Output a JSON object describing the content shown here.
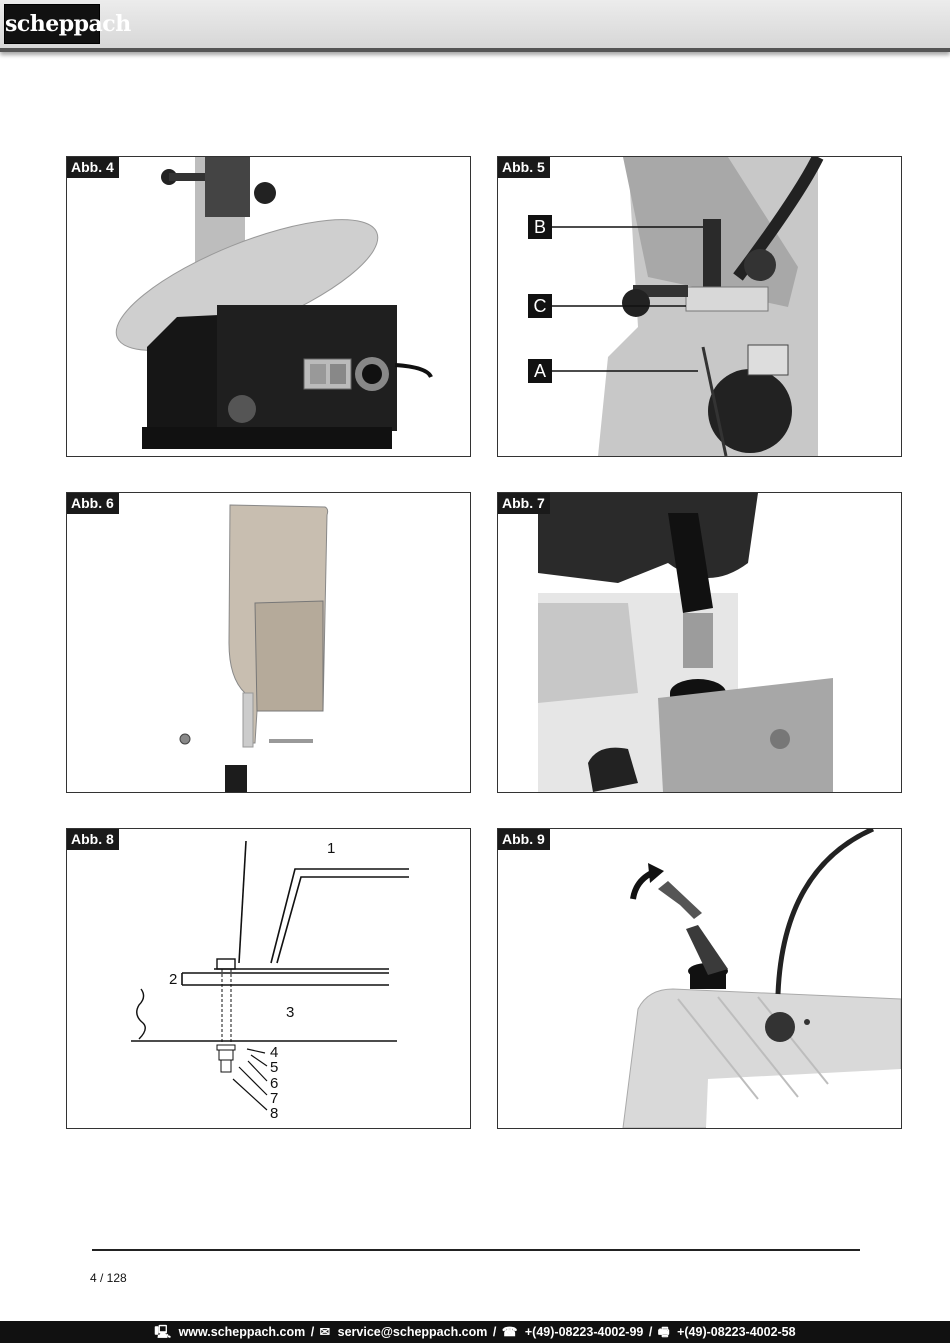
{
  "header": {
    "brand": "scheppach"
  },
  "figures": {
    "abb4": {
      "label": "Abb. 4"
    },
    "abb5": {
      "label": "Abb. 5",
      "callouts": {
        "b": "B",
        "c": "C",
        "a": "A"
      }
    },
    "abb6": {
      "label": "Abb. 6"
    },
    "abb7": {
      "label": "Abb. 7"
    },
    "abb8": {
      "label": "Abb. 8",
      "numbers": [
        "1",
        "2",
        "3",
        "4",
        "5",
        "6",
        "7",
        "8"
      ]
    },
    "abb9": {
      "label": "Abb. 9"
    }
  },
  "page_number": "4 / 128",
  "footer": {
    "web_icon": "computer-icon",
    "web": "www.scheppach.com",
    "mail_icon": "envelope-icon",
    "email": "service@scheppach.com",
    "phone_icon": "telephone-icon",
    "phone": "+(49)-08223-4002-99",
    "fax_icon": "fax-icon",
    "fax": "+(49)-08223-4002-58"
  }
}
